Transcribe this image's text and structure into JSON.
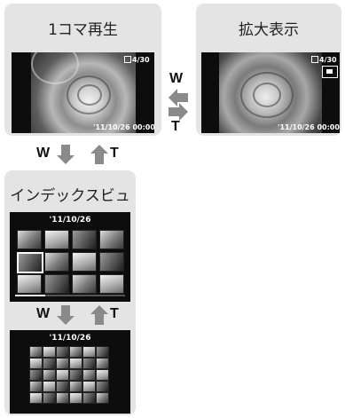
{
  "single_playback": {
    "title": "1コマ再生",
    "counter": "4/30",
    "datetime": "'11/10/26  00:00"
  },
  "zoom_playback": {
    "title": "拡大表示",
    "counter": "4/30",
    "datetime": "'11/10/26  00:00"
  },
  "index_view": {
    "title": "インデックスビュー",
    "date_small": "'11/10/26",
    "date_large": "'11/10/26"
  },
  "controls": {
    "w": "W",
    "t": "T"
  },
  "colors": {
    "panel": "#e4e4e4",
    "arrow": "#8a8a8a",
    "screen": "#0d0d0d"
  }
}
